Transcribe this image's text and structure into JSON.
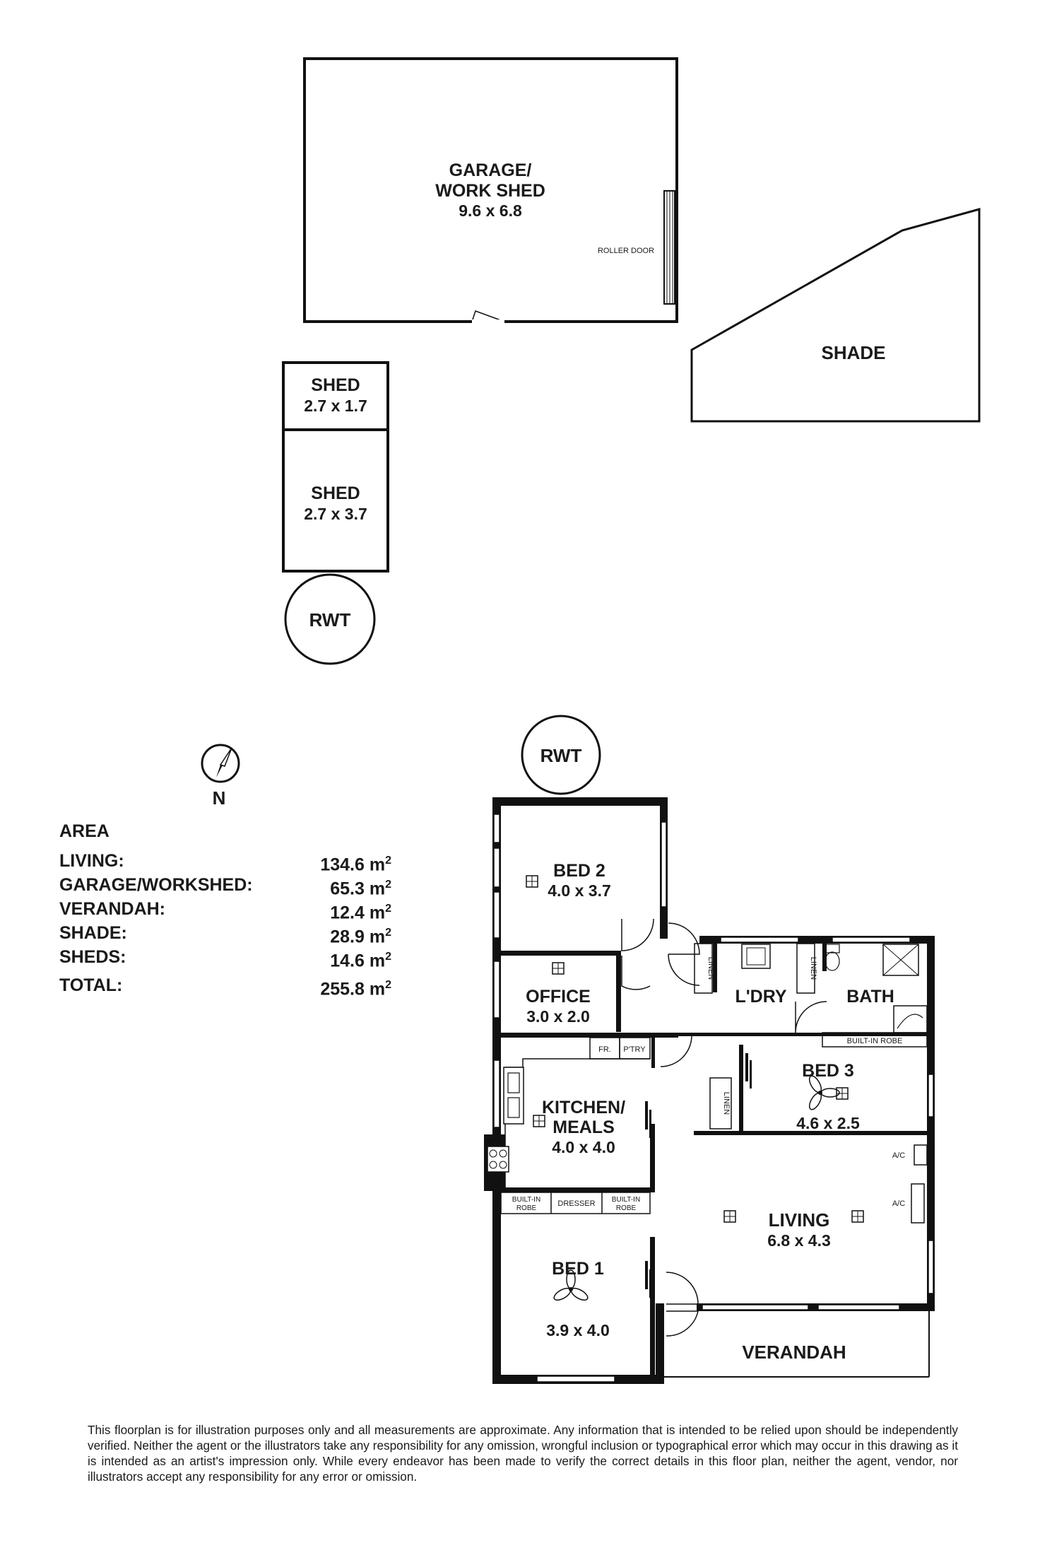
{
  "outbuildings": {
    "garage": {
      "name": "GARAGE/",
      "name2": "WORK SHED",
      "dims": "9.6 x 6.8",
      "roller_door": "ROLLER DOOR"
    },
    "shade": {
      "name": "SHADE"
    },
    "shed_small": {
      "name": "SHED",
      "dims": "2.7 x 1.7"
    },
    "shed_large": {
      "name": "SHED",
      "dims": "2.7 x 3.7"
    },
    "rwt_1": "RWT",
    "rwt_2": "RWT"
  },
  "compass": {
    "label": "N"
  },
  "rooms": {
    "bed2": {
      "name": "BED 2",
      "dims": "4.0 x 3.7"
    },
    "office": {
      "name": "OFFICE",
      "dims": "3.0 x 2.0"
    },
    "laundry": {
      "name": "L'DRY"
    },
    "bath": {
      "name": "BATH"
    },
    "kitchen": {
      "name": "KITCHEN/",
      "name2": "MEALS",
      "dims": "4.0 x 4.0"
    },
    "bed3": {
      "name": "BED 3",
      "dims": "4.6 x 2.5"
    },
    "living": {
      "name": "LIVING",
      "dims": "6.8 x 4.3"
    },
    "bed1": {
      "name": "BED 1",
      "dims": "3.9 x 4.0"
    },
    "verandah": {
      "name": "VERANDAH"
    }
  },
  "fixtures": {
    "linen1": "LINEN",
    "linen2": "LINEN",
    "linen3": "LINEN",
    "fridge": "FR.",
    "pantry": "P'TRY",
    "robe_bed3": "BUILT-IN ROBE",
    "robe_left_1": "BUILT-IN",
    "robe_left_2": "ROBE",
    "dresser": "DRESSER",
    "robe_right_1": "BUILT-IN",
    "robe_right_2": "ROBE",
    "ac1": "A/C",
    "ac2": "A/C"
  },
  "area": {
    "title": "AREA",
    "rows": [
      {
        "label": "LIVING:",
        "value": "134.6 m",
        "unit": "2"
      },
      {
        "label": "GARAGE/WORKSHED:",
        "value": "65.3 m",
        "unit": "2"
      },
      {
        "label": "VERANDAH:",
        "value": "12.4 m",
        "unit": "2"
      },
      {
        "label": "SHADE:",
        "value": "28.9 m",
        "unit": "2"
      },
      {
        "label": "SHEDS:",
        "value": "14.6 m",
        "unit": "2"
      }
    ],
    "total": {
      "label": "TOTAL:",
      "value": "255.8 m",
      "unit": "2"
    }
  },
  "disclaimer": "This floorplan is for illustration purposes only and all measurements are approximate. Any information that is intended to be relied upon should be independently verified. Neither the agent or the illustrators take any responsibility for any omission, wrongful inclusion or typographical error which may occur in this drawing as it is intended as an artist's impression only. While every endeavor has been made to verify the correct details in this floor plan, neither the agent, vendor, nor illustrators accept any responsibility for any error or omission."
}
